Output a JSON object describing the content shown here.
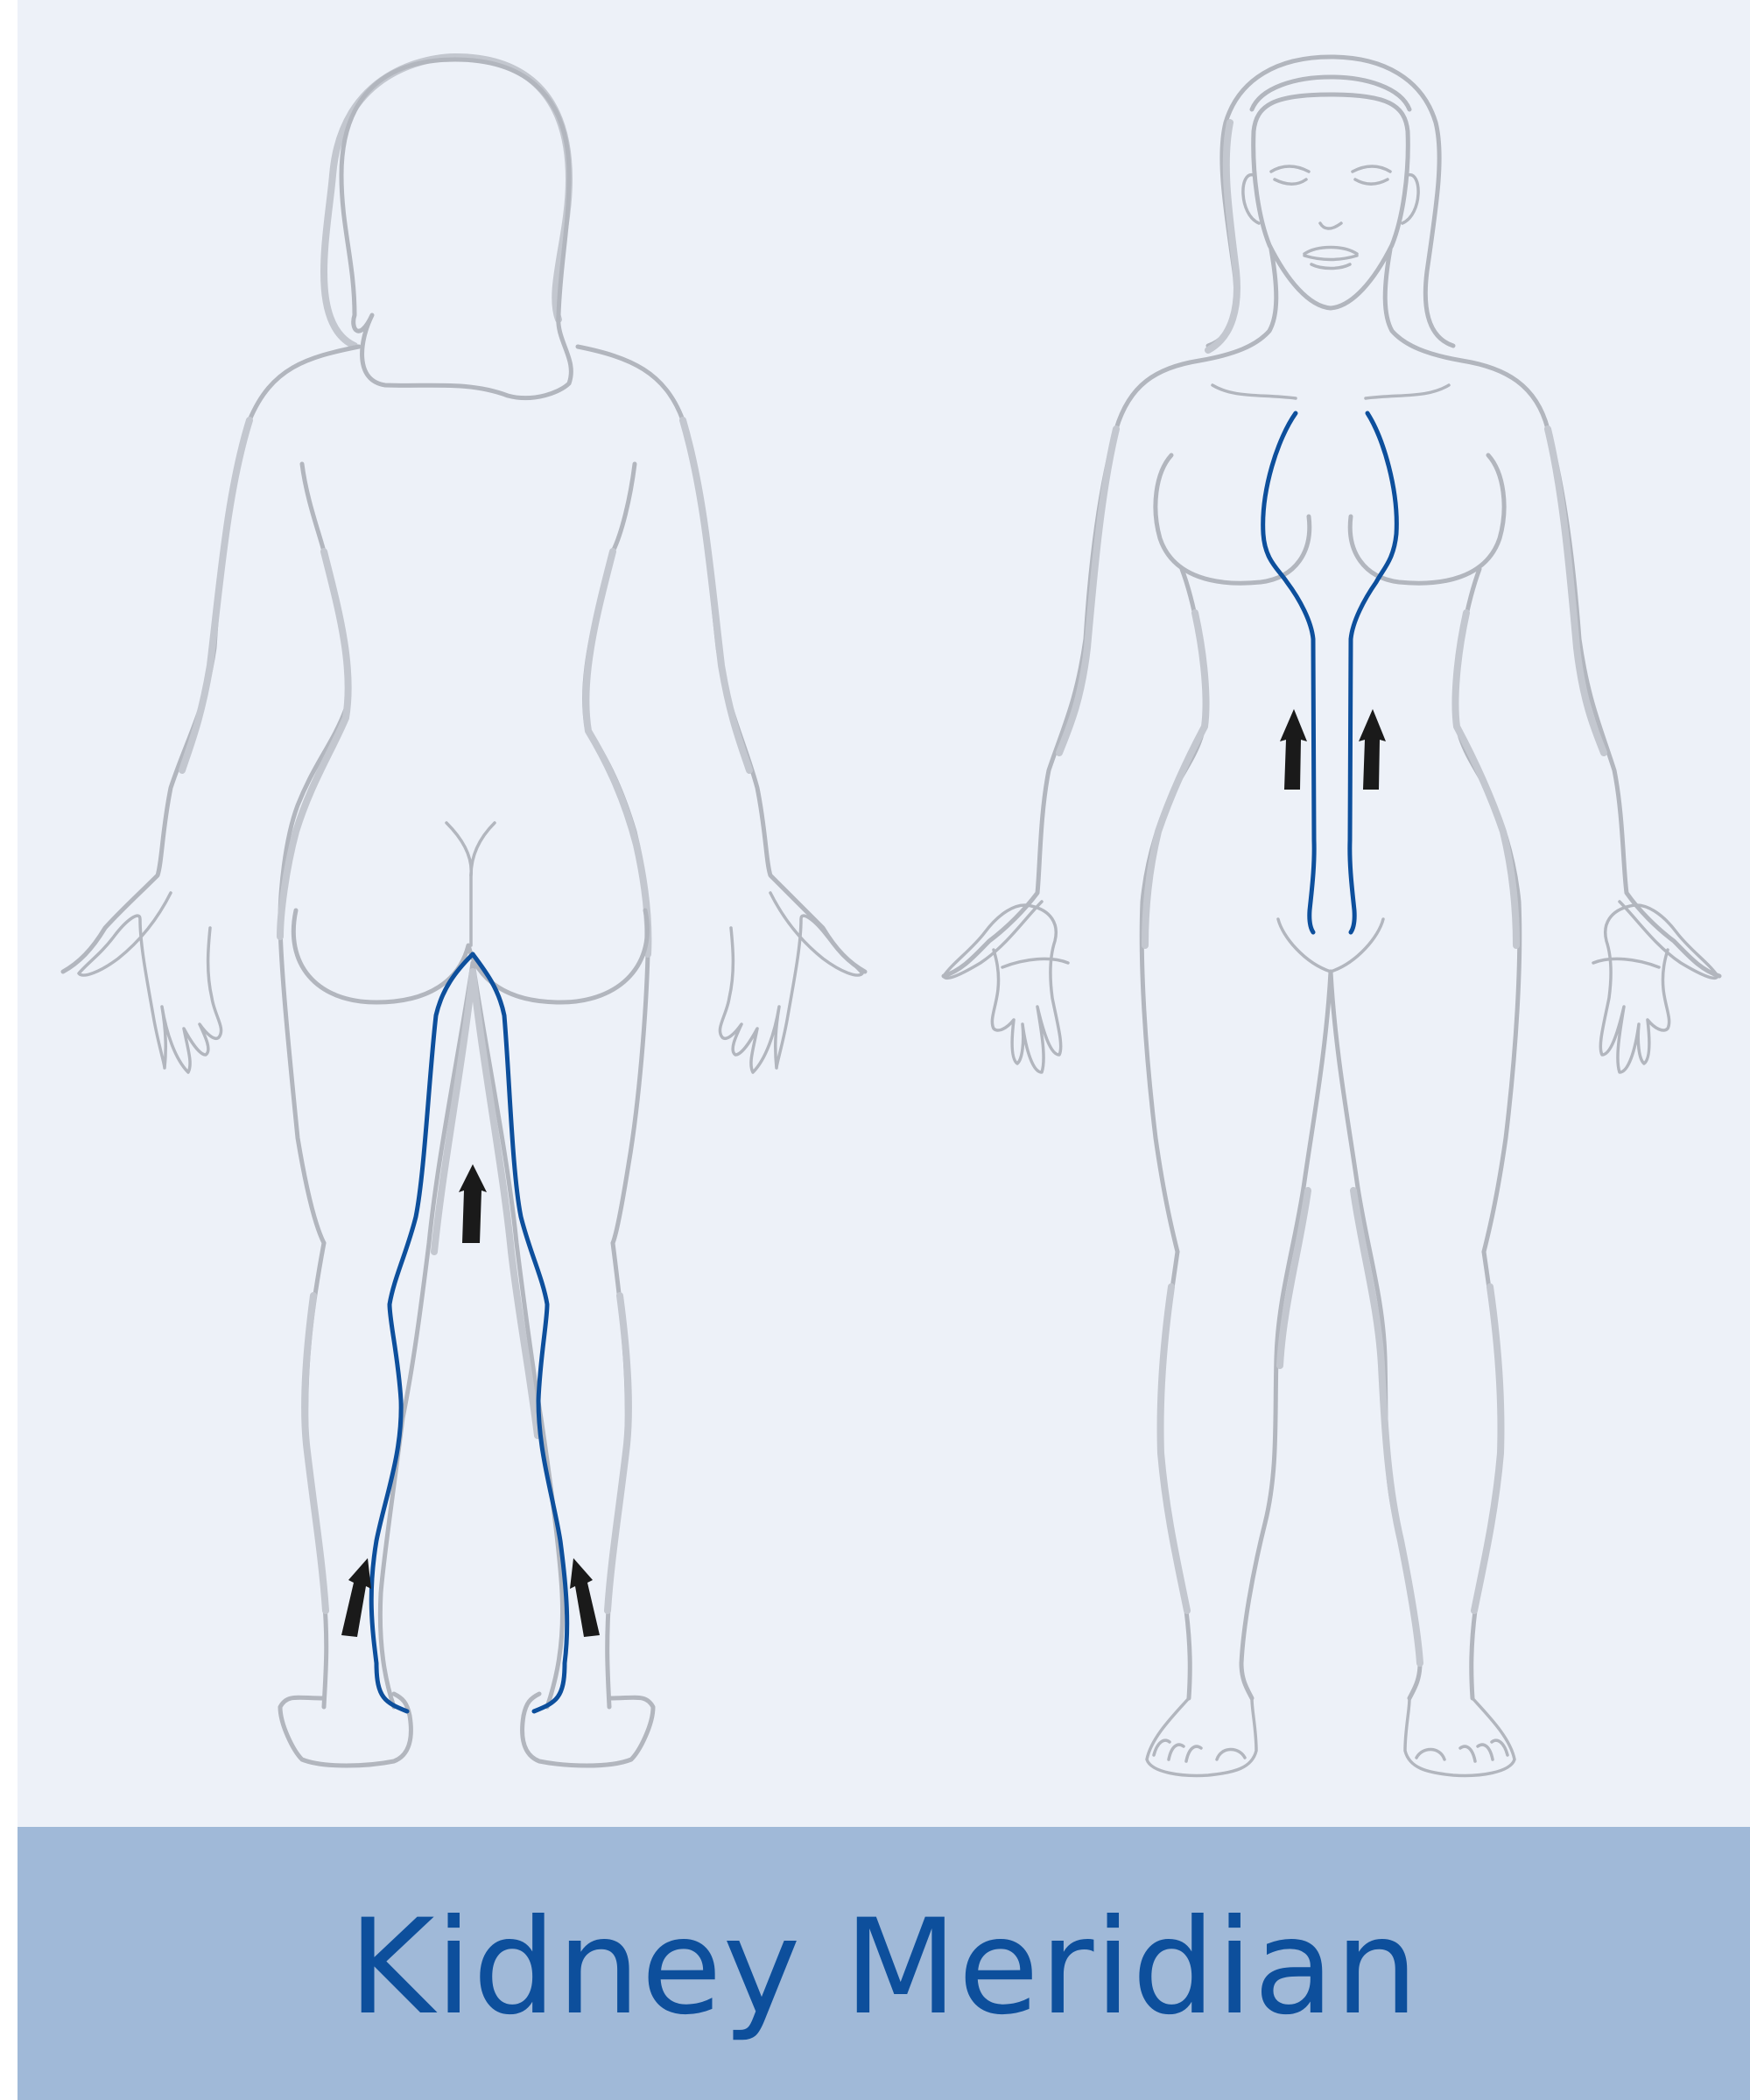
{
  "banner": {
    "title": "Kidney Meridian"
  },
  "colors": {
    "panel_background": "#edf1f8",
    "banner_background": "#a0b9d8",
    "title_text": "#0d4f9c",
    "meridian_line": "#0d4f9c",
    "body_outline": "#b2b6be",
    "flow_arrow": "#1a1a1a"
  },
  "figures": [
    {
      "view": "back",
      "meridian_flow": "upward",
      "arrow_count": 3
    },
    {
      "view": "front",
      "meridian_flow": "upward",
      "arrow_count": 2
    }
  ]
}
